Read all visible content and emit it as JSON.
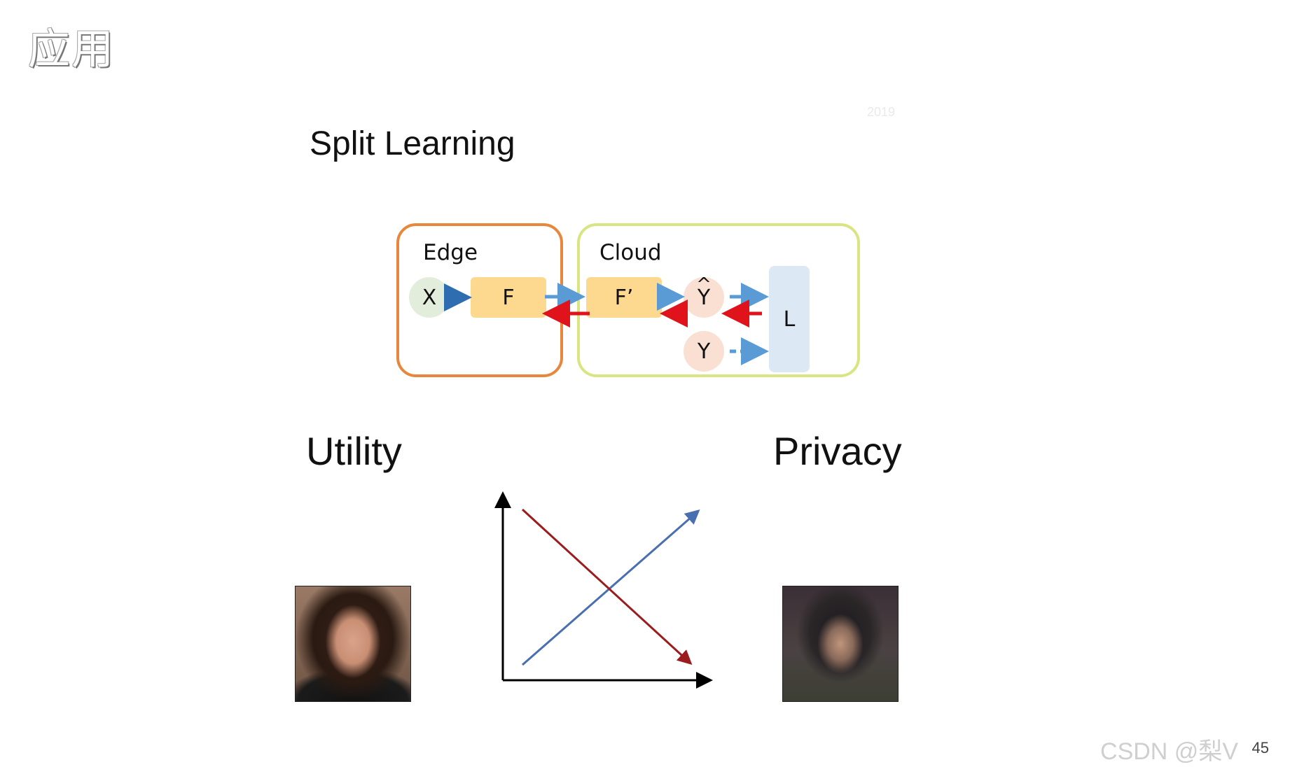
{
  "header": {
    "section": "应用"
  },
  "slide": {
    "title": "Split Learning",
    "faint_mark": "2019"
  },
  "diagram": {
    "edge_label": "Edge",
    "cloud_label": "Cloud",
    "nodes": {
      "x": "X",
      "f": "F",
      "f_prime": "F’",
      "y_hat": "Y",
      "y_hat_accent": "^",
      "y": "Y",
      "l": "L"
    },
    "colors": {
      "forward": "#5b9bd5",
      "forward_dark": "#2e6db0",
      "backward": "#e0121b",
      "edge_border": "#e8873c",
      "cloud_border": "#d9e580"
    }
  },
  "tradeoff": {
    "left_label": "Utility",
    "right_label": "Privacy",
    "colors": {
      "rising": "#4a6fb0",
      "falling": "#9b1c1c"
    },
    "images": [
      "face-photo",
      "reconstructed-face"
    ]
  },
  "footer": {
    "watermark": "CSDN @梨V",
    "page": "45"
  }
}
